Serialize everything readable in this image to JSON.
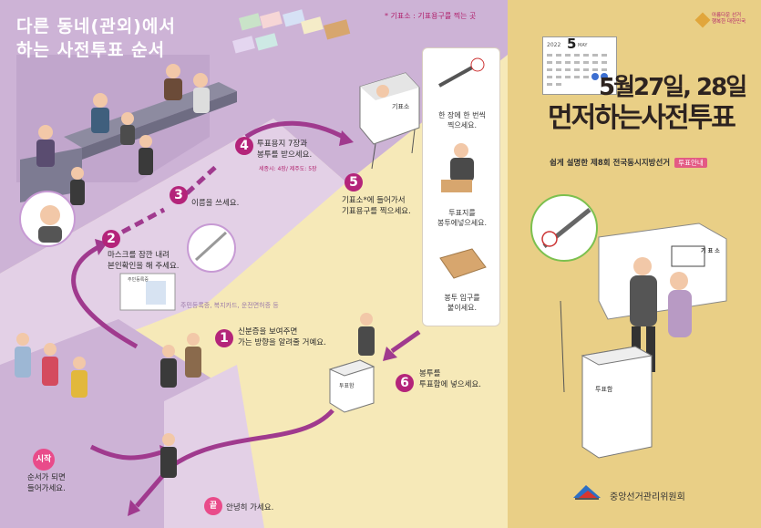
{
  "title": {
    "line1": "다른 동네(관외)에서",
    "line2": "하는 사전투표 순서"
  },
  "legend_note": "* 기표소 : 기표용구를 찍는 곳",
  "steps": [
    {
      "num": "1",
      "text1": "신분증을 보여주면",
      "text2": "가는 방향을 알려줄 거예요."
    },
    {
      "num": "2",
      "text1": "마스크를 잠깐 내려",
      "text2": "본인확인을 해 주세요.",
      "sub": "주민등록증, 복지카드, 운전면허증 등"
    },
    {
      "num": "3",
      "text1": "이름을 쓰세요."
    },
    {
      "num": "4",
      "text1": "투표용지 7장과",
      "text2": "봉투를 받으세요.",
      "sub": "세종시: 4장/ 제주도: 5장"
    },
    {
      "num": "5",
      "text1": "기표소*에 들어가서",
      "text2": "기표용구를 찍으세요."
    },
    {
      "num": "6",
      "text1": "봉투를",
      "text2": "투표함에 넣으세요."
    }
  ],
  "start": {
    "badge": "시작",
    "text1": "순서가 되면",
    "text2": "들어가세요."
  },
  "end": {
    "badge": "끝",
    "text": "안녕히 가세요."
  },
  "side_steps": [
    {
      "text1": "한 장에 한 번씩",
      "text2": "찍으세요."
    },
    {
      "text1": "투표지를",
      "text2": "봉투에넣으세요."
    },
    {
      "text1": "봉투 입구를",
      "text2": "붙이세요."
    }
  ],
  "booth_label": "기표소",
  "ballot_box_label": "투표함",
  "id_card_label": "주민등록증",
  "right": {
    "calendar": {
      "year": "2022",
      "month": "5",
      "month_en": "MAY"
    },
    "headline1": "5월27일, 28일",
    "headline2": "먼저하는사전투표",
    "subtitle": "쉽게 설명한 제8회 전국동시지방선거",
    "tag": "투표안내",
    "logo_text1": "아름다운 선거",
    "logo_text2": "행복한 대한민국",
    "booth_label": "기 표 소",
    "ballot_box": "투표함",
    "org": "중앙선거관리위원회"
  },
  "colors": {
    "accent": "#b4247a",
    "purple": "#a987b8",
    "cream": "#f6e9b8",
    "gold": "#e9cf86"
  }
}
